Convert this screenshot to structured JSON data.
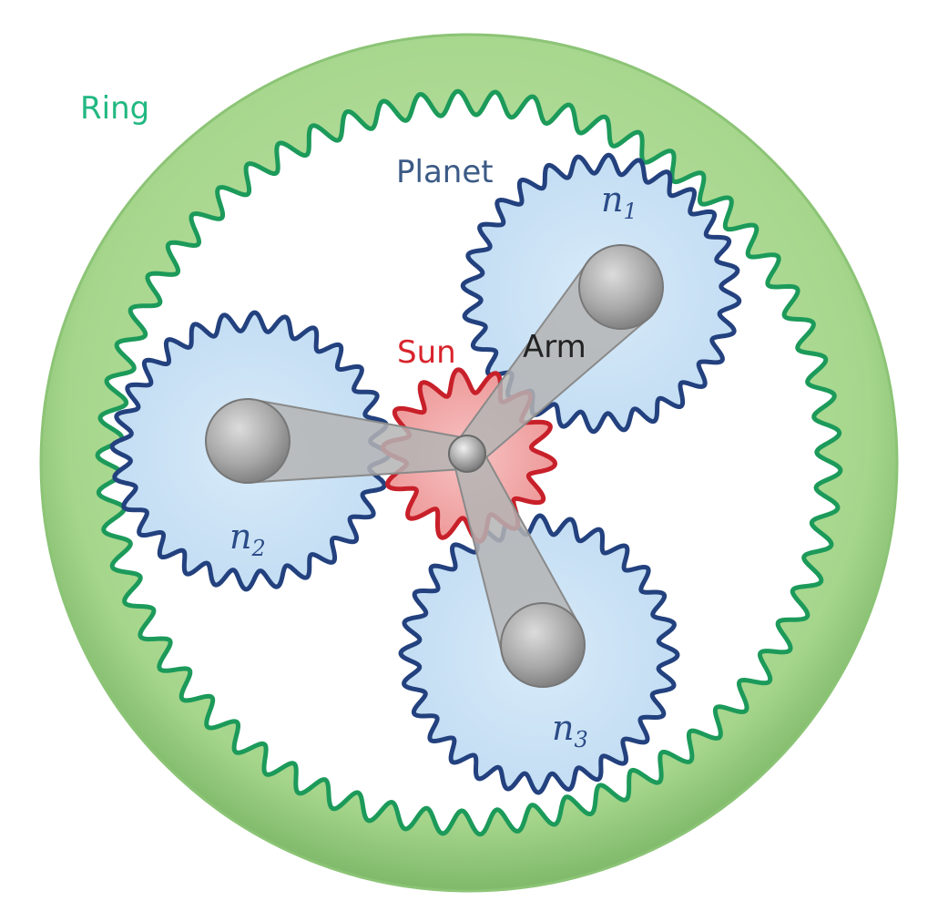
{
  "labels": {
    "ring": "Ring",
    "planet": "Planet",
    "sun": "Sun",
    "arm": "Arm"
  },
  "planets": [
    {
      "var": "n",
      "sub": "1"
    },
    {
      "var": "n",
      "sub": "2"
    },
    {
      "var": "n",
      "sub": "3"
    }
  ],
  "colors": {
    "ring_fill": "#a6d68c",
    "ring_teeth": "#1c9a5a",
    "planet_fill": "#cfe5f7",
    "planet_teeth": "#23417e",
    "sun_fill": "#f2a7a7",
    "sun_teeth": "#c8202a",
    "arm_fill": "#b4b4b4",
    "ring_label": "#21b882",
    "planet_label": "#3b5a85",
    "sun_label": "#d8242c",
    "arm_label": "#222222",
    "n_label": "#2c4c88"
  }
}
